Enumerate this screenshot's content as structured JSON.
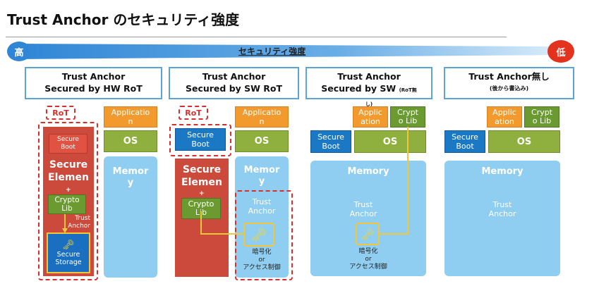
{
  "title": "Trust Anchor のセキュリティ強度",
  "strength_bar": {
    "label": "セキュリティ強度",
    "high": "高",
    "low": "低",
    "colors": {
      "bar": "#3d8fd8",
      "high_circle": "#2f86d6",
      "low_circle": "#e3331f"
    }
  },
  "columns": [
    {
      "header_line1": "Trust Anchor",
      "header_line2": "Secured by HW RoT",
      "rot_tag": "RoT",
      "application": "Applicatio\nn",
      "os": "OS",
      "secure_boot": "Secure\nBoot",
      "secure_element": "Secure\nElemen",
      "plus": "+",
      "crypto_lib": "Crypto\nLib",
      "trust_anchor": "Trust\nAnchor",
      "secure_storage": "Secure\nStorage",
      "memory": "Memor\ny"
    },
    {
      "header_line1": "Trust Anchor",
      "header_line2": "Secured by SW RoT",
      "rot_tag": "RoT",
      "application": "Applicatio\nn",
      "os": "OS",
      "secure_boot": "Secure\nBoot",
      "secure_element": "Secure\nElemen",
      "plus": "+",
      "crypto_lib": "Crypto\nLib",
      "memory": "Memor\ny",
      "trust_anchor": "Trust\nAnchor",
      "caption": "暗号化\nor\nアクセス制御"
    },
    {
      "header_line1": "Trust Anchor",
      "header_line2": "Secured by SW",
      "header_small": "(RoT無\nし)",
      "application": "Applic\nation",
      "crypto_lib": "Crypt\no Lib",
      "os": "OS",
      "secure_boot": "Secure\nBoot",
      "memory": "Memory",
      "trust_anchor": "Trust\nAnchor",
      "caption": "暗号化\nor\nアクセス制御"
    },
    {
      "header_line1": "Trust Anchor無し",
      "header_line2": "(後から書込み)",
      "application": "Applic\nation",
      "crypto_lib": "Crypt\no Lib",
      "os": "OS",
      "secure_boot": "Secure\nBoot",
      "memory": "Memory",
      "trust_anchor": "Trust\nAnchor"
    }
  ]
}
